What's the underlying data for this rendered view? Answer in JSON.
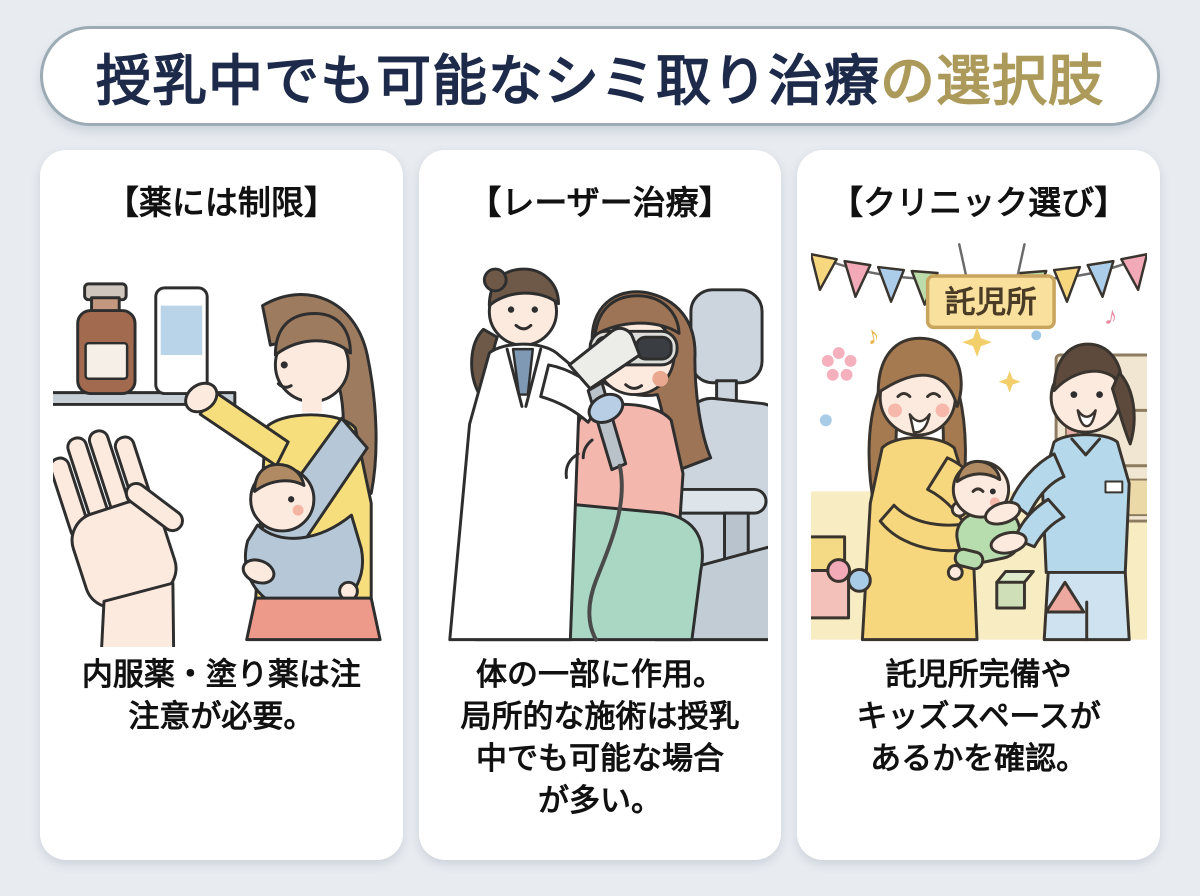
{
  "banner": {
    "title_main": "授乳中でも可能なシミ取り治療",
    "title_accent": "の選択肢"
  },
  "cards": [
    {
      "heading": "【薬には制限】",
      "illustration": "mother carrying baby in sling reaching for medicine on shelf, blocked by stop hand",
      "caption_lines": [
        "内服薬・塗り薬は注",
        "注意が必要。"
      ]
    },
    {
      "heading": "【レーザー治療】",
      "illustration": "doctor applying laser handpiece to reclining patient wearing protective goggles",
      "caption_lines": [
        "体の一部に作用。",
        "局所的な施術は授乳",
        "中でも可能な場合",
        "が多い。"
      ]
    },
    {
      "heading": "【クリニック選び】",
      "illustration": "nursery room scene: mother handing baby to clinic staff under bunting and nursery sign",
      "sign_text": "託児所",
      "caption_lines": [
        "託児所完備や",
        "キッズスペースが",
        "あるかを確認。"
      ]
    }
  ],
  "decor": {
    "music_note": "♪"
  },
  "palette": {
    "page_bg": "#e8ecf1",
    "banner_border": "#9cabb4",
    "title_navy": "#1d2a49",
    "title_gold": "#ac9a5b",
    "card_bg": "#ffffff",
    "text_black": "#111111",
    "sign_bg": "#f9e09c",
    "sign_border": "#c9a45c",
    "sign_text": "#4a3b26",
    "skin": "#fdeadf",
    "hair_brown": "#9d7b5e",
    "yellow_top": "#f7de7d",
    "sling_blue": "#b6c8d7",
    "skirt_salmon": "#ee9a8b",
    "blanket_green": "#a9d7c3",
    "patient_pink": "#f3b7ae",
    "chair_gray": "#ccd5dd",
    "staff_blue": "#b5d8eb",
    "floor_yellow": "#f8ecc2"
  }
}
